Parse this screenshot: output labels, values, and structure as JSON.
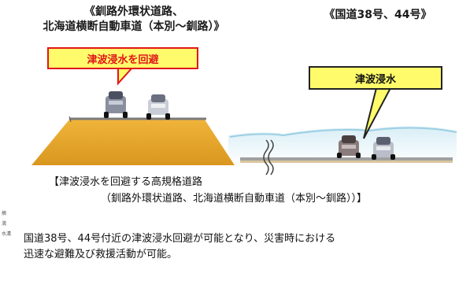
{
  "header_left": {
    "line1": "《釧路外環状道路、",
    "line2": "北海道横断自動車道（本別～釧路）》"
  },
  "header_right": "《国道38号、44号》",
  "callout_left": "津波浸水を回避",
  "callout_right": "津波浸水",
  "caption": {
    "title": "【津波浸水を回避する高規格道路",
    "subtitle": "（釧路外環状道路、北海道横断自動車道（本別～釧路））】"
  },
  "body": {
    "line1": "国道38号、44号付近の津波浸水回避が可能となり、災害時における",
    "line2": "迅速な避難及び救援活動が可能。"
  },
  "edge_fragments": [
    "摘",
    "満",
    "水溝"
  ],
  "colors": {
    "embankment": "#e0a52c",
    "water": "#bfe3ef",
    "callout_fill": "#fffb6a",
    "callout_red": "#e0161a"
  }
}
